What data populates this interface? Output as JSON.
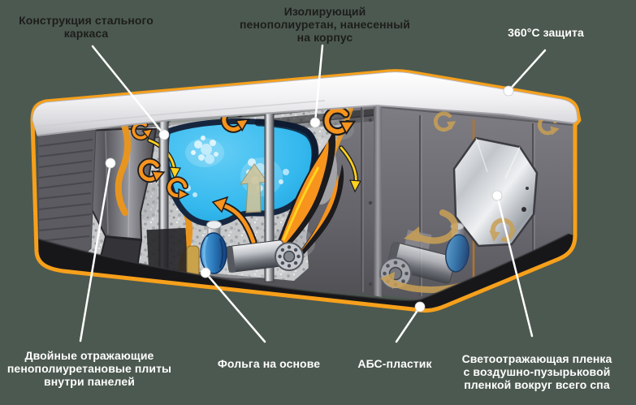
{
  "diagram_title": "Spa insulation cutaway infographic",
  "colors": {
    "background": "#4c5950",
    "accent_orange": "#f7a01b",
    "arrow_orange": "#f7941d",
    "water_blue": "#35b9ee",
    "rim_white": "#f2f2f3",
    "panel_gray": "#6b6a70",
    "base_black": "#17171a",
    "label_dark": "#1d1d1b",
    "label_light": "#ffffff",
    "tan_arrow": "#c9a055",
    "foam_gray": "#c6c8ca"
  },
  "callouts": {
    "steel_frame": {
      "lines": [
        "Конструкция стального",
        "каркаса"
      ]
    },
    "insulating_foam": {
      "lines": [
        "Изолирующий",
        "пенополиуретан, нанесенный",
        "на корпус"
      ]
    },
    "protection_360": {
      "lines": [
        "360°C защита"
      ]
    },
    "double_plates": {
      "lines": [
        "Двойные отражающие",
        "пенополиуретановые плиты",
        "внутри панелей"
      ]
    },
    "foil_base": {
      "lines": [
        "Фольга на основе"
      ]
    },
    "abs_plastic": {
      "lines": [
        "АБС-пластик"
      ]
    },
    "reflective_film": {
      "lines": [
        "Светоотражающая пленка",
        "с воздушно-пузырьковой",
        "пленкой вокруг всего спа"
      ]
    }
  }
}
